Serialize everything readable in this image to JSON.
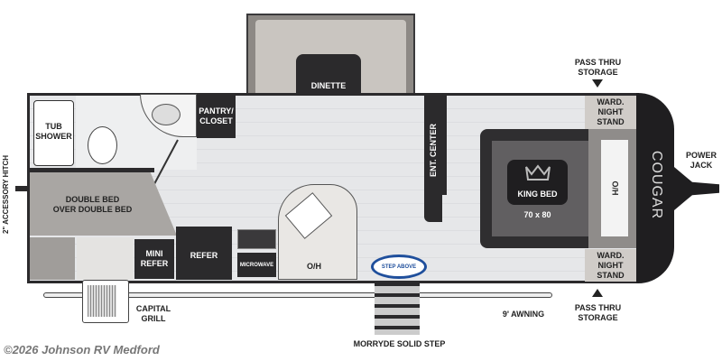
{
  "labels": {
    "dinette": "DINETTE",
    "tub_shower": "TUB\nSHOWER",
    "pantry": "PANTRY/\nCLOSET",
    "double_bed": "DOUBLE BED\nOVER DOUBLE BED",
    "mini_refer": "MINI\nREFER",
    "refer": "REFER",
    "microwave": "MICROWAVE",
    "oh_kitchen": "O/H",
    "ent_center": "ENT. CENTER",
    "king_bed": "KING BED",
    "bed_size": "70 x 80",
    "oh_bed": "O/H",
    "ward_top": "WARD.\nNIGHT\nSTAND",
    "ward_bottom": "WARD.\nNIGHT\nSTAND",
    "pass_thru_top": "PASS THRU\nSTORAGE",
    "pass_thru_bottom": "PASS THRU\nSTORAGE",
    "power_jack": "POWER\nJACK",
    "hitch": "2\" ACCESSORY HITCH",
    "capital_grill": "CAPITAL\nGRILL",
    "awning": "9' AWNING",
    "step": "MORRYDE SOLID STEP",
    "step_logo": "STEP ABOVE",
    "brand": "COUGAR"
  },
  "watermark": "©2026 Johnson RV Medford",
  "colors": {
    "dark": "#2b2a2c",
    "floor": "#e4e5e7",
    "gray": "#a9a6a3",
    "logo_blue": "#1f4f9c"
  }
}
